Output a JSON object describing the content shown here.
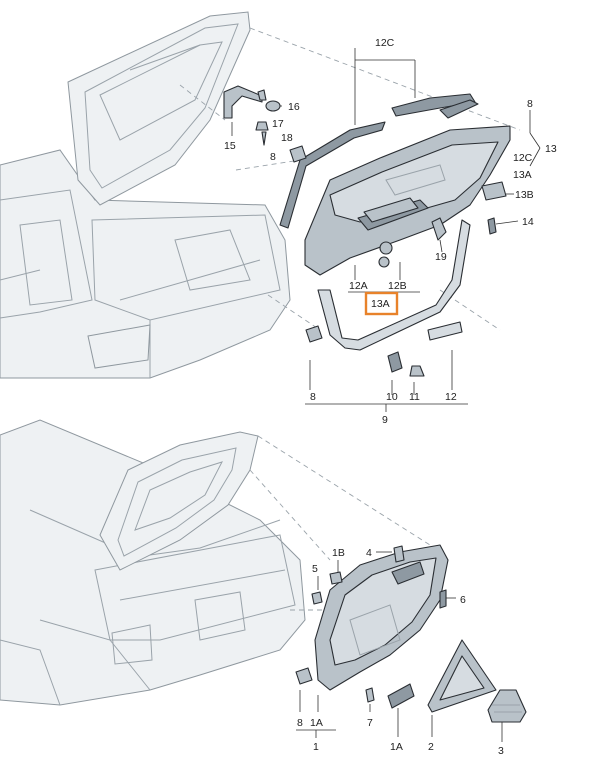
{
  "diagram": {
    "top": {
      "callouts": {
        "c12C_top": "12C",
        "c16": "16",
        "c17": "17",
        "c15": "15",
        "c18": "18",
        "c8a": "8",
        "c8_right": "8",
        "c13": "13",
        "c12C_right": "12C",
        "c13A_right": "13A",
        "c13B": "13B",
        "c14": "14",
        "c19": "19",
        "c12A": "12A",
        "c12B": "12B",
        "c13A_box": "13A",
        "c8b": "8",
        "c10": "10",
        "c11": "11",
        "c12": "12",
        "c9": "9"
      }
    },
    "bottom": {
      "callouts": {
        "c1B_top": "1B",
        "c4": "4",
        "c5": "5",
        "c6": "6",
        "c8": "8",
        "c1A_left": "1A",
        "c7": "7",
        "c1A_bottom": "1A",
        "c2": "2",
        "c3": "3",
        "c1": "1"
      }
    },
    "highlight_color": "#e8822a"
  }
}
